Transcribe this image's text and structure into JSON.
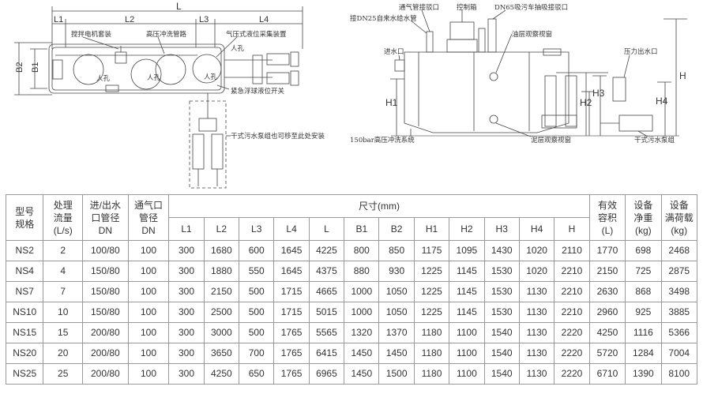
{
  "drawing": {
    "top_view": {
      "dim_L": "L",
      "dim_L1": "L1",
      "dim_L2": "L2",
      "dim_L3": "L3",
      "dim_L4": "L4",
      "dim_B1": "B1",
      "dim_B2": "B2",
      "labels": {
        "mixer_motor": "搅拌电机套装",
        "hp_flush_pipe": "高压冲洗管路",
        "level_collector": "气压式液位采集装置",
        "manhole_1": "人孔",
        "manhole_2": "人孔",
        "manhole_3": "人孔",
        "manhole_4": "人孔",
        "float_switch": "紧急浮球液位开关",
        "dry_pump_note": "干式污水泵组也可移至此处安装"
      }
    },
    "side_view": {
      "dim_H": "H",
      "dim_H1": "H1",
      "dim_H2": "H2",
      "dim_H3": "H3",
      "dim_H4": "H4",
      "labels": {
        "vent_pipe": "通气管接驳口",
        "control_box": "控制箱",
        "suction_port": "DN65吸污车抽吸接驳口",
        "water_inlet_pipe": "接DN25自来水给水管",
        "oil_window": "油层观察视窗",
        "inlet": "进水口",
        "pressure_outlet": "压力出水口",
        "hp_flush_system": "150bar高压冲洗系统",
        "sludge_window": "泥层观察视窗",
        "dry_pump": "干式污水泵组"
      }
    }
  },
  "table": {
    "headers": {
      "model": "型号规格",
      "flow": "处理流量(L/s)",
      "inlet_outlet": "进/出水口管径DN",
      "vent": "通气口管径DN",
      "dimensions": "尺寸(mm)",
      "volume": "有效容积(L)",
      "net_weight": "设备净重(kg)",
      "full_load": "设备满荷载(kg)"
    },
    "model_lines": [
      "型号",
      "规格"
    ],
    "flow_lines": [
      "处理",
      "流量",
      "(L/s)"
    ],
    "inlet_lines": [
      "进/出水",
      "口管径",
      "DN"
    ],
    "vent_lines": [
      "通气口",
      "管径",
      "DN"
    ],
    "volume_lines": [
      "有效",
      "容积",
      "(L)"
    ],
    "net_lines": [
      "设备",
      "净重",
      "(kg)"
    ],
    "full_lines": [
      "设备",
      "满荷载",
      "(kg)"
    ],
    "dim_columns": [
      "L1",
      "L2",
      "L3",
      "L4",
      "L",
      "B1",
      "B2",
      "H1",
      "H2",
      "H3",
      "H4",
      "H"
    ],
    "rows": [
      [
        "NS2",
        "2",
        "100/80",
        "100",
        "300",
        "1680",
        "600",
        "1645",
        "4225",
        "800",
        "850",
        "1175",
        "1095",
        "1430",
        "1020",
        "2110",
        "1770",
        "698",
        "2468"
      ],
      [
        "NS4",
        "4",
        "150/80",
        "100",
        "300",
        "1880",
        "550",
        "1645",
        "4375",
        "880",
        "930",
        "1225",
        "1145",
        "1530",
        "1020",
        "2210",
        "2150",
        "725",
        "2875"
      ],
      [
        "NS7",
        "7",
        "150/80",
        "100",
        "300",
        "2150",
        "500",
        "1715",
        "4665",
        "1000",
        "1050",
        "1225",
        "1145",
        "1530",
        "1130",
        "2210",
        "2630",
        "868",
        "3498"
      ],
      [
        "NS10",
        "10",
        "150/80",
        "100",
        "300",
        "2500",
        "500",
        "1715",
        "5015",
        "1000",
        "1050",
        "1225",
        "1145",
        "1530",
        "1130",
        "2210",
        "2960",
        "925",
        "3885"
      ],
      [
        "NS15",
        "15",
        "200/80",
        "100",
        "300",
        "3000",
        "500",
        "1765",
        "5565",
        "1320",
        "1370",
        "1180",
        "1100",
        "1540",
        "1130",
        "2220",
        "4250",
        "1116",
        "5366"
      ],
      [
        "NS20",
        "20",
        "200/80",
        "100",
        "300",
        "3650",
        "700",
        "1765",
        "6415",
        "1450",
        "1450",
        "1180",
        "1100",
        "1540",
        "1130",
        "2220",
        "5720",
        "1284",
        "7004"
      ],
      [
        "NS25",
        "25",
        "200/80",
        "100",
        "300",
        "4250",
        "650",
        "1765",
        "6965",
        "1450",
        "1500",
        "1180",
        "1100",
        "1540",
        "1130",
        "2220",
        "6710",
        "1390",
        "8100"
      ]
    ]
  }
}
